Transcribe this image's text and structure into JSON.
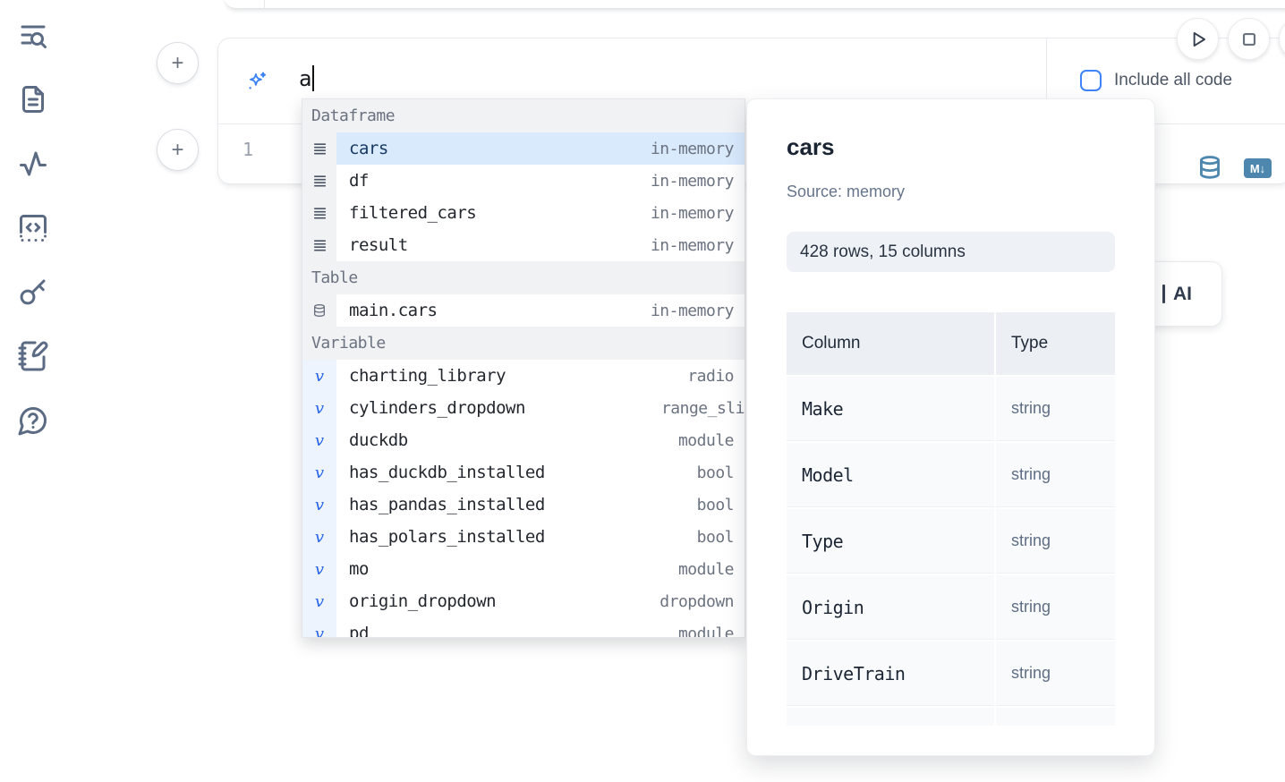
{
  "sidebar": {
    "items": [
      {
        "id": "table-of-contents",
        "icon": "list-search-icon"
      },
      {
        "id": "files",
        "icon": "file-text-icon"
      },
      {
        "id": "variables",
        "icon": "activity-icon"
      },
      {
        "id": "snippets",
        "icon": "code-box-icon"
      },
      {
        "id": "secrets",
        "icon": "key-icon"
      },
      {
        "id": "scratchpad",
        "icon": "notebook-pen-icon"
      },
      {
        "id": "help",
        "icon": "help-chat-icon"
      }
    ]
  },
  "run_controls": {
    "play_icon": "play-icon",
    "stop_icon": "stop-icon"
  },
  "add_cell_button_label": "+",
  "cell": {
    "ai_prompt": {
      "value": "a",
      "icon": "sparkles-icon"
    },
    "include_all_code": {
      "label": "Include all code",
      "checked": false
    },
    "line_number": "1",
    "toolbar": {
      "database_icon": "database-icon",
      "markdown_badge": "M↓"
    }
  },
  "autocomplete": {
    "sections": [
      {
        "label": "Dataframe",
        "items": [
          {
            "name": "cars",
            "type": "in-memory",
            "selected": true
          },
          {
            "name": "df",
            "type": "in-memory"
          },
          {
            "name": "filtered_cars",
            "type": "in-memory"
          },
          {
            "name": "result",
            "type": "in-memory"
          }
        ]
      },
      {
        "label": "Table",
        "items": [
          {
            "name": "main.cars",
            "type": "in-memory"
          }
        ]
      },
      {
        "label": "Variable",
        "items": [
          {
            "name": "charting_library",
            "type": "radio"
          },
          {
            "name": "cylinders_dropdown",
            "type": "range_sli"
          },
          {
            "name": "duckdb",
            "type": "module"
          },
          {
            "name": "has_duckdb_installed",
            "type": "bool"
          },
          {
            "name": "has_pandas_installed",
            "type": "bool"
          },
          {
            "name": "has_polars_installed",
            "type": "bool"
          },
          {
            "name": "mo",
            "type": "module"
          },
          {
            "name": "origin_dropdown",
            "type": "dropdown"
          },
          {
            "name": "pd",
            "type": "module"
          }
        ]
      }
    ]
  },
  "preview": {
    "title": "cars",
    "source": "Source: memory",
    "shape": "428 rows, 15 columns",
    "table": {
      "headers": [
        "Column",
        "Type"
      ],
      "rows": [
        [
          "Make",
          "string"
        ],
        [
          "Model",
          "string"
        ],
        [
          "Type",
          "string"
        ],
        [
          "Origin",
          "string"
        ],
        [
          "DriveTrain",
          "string"
        ]
      ]
    }
  },
  "ai_button": {
    "label": "AI"
  },
  "colors": {
    "accent": "#3b82f6",
    "selected_row": "#d9eafd",
    "steel_icon": "#4d87ad",
    "sidebar_icon": "#5c6b84"
  }
}
